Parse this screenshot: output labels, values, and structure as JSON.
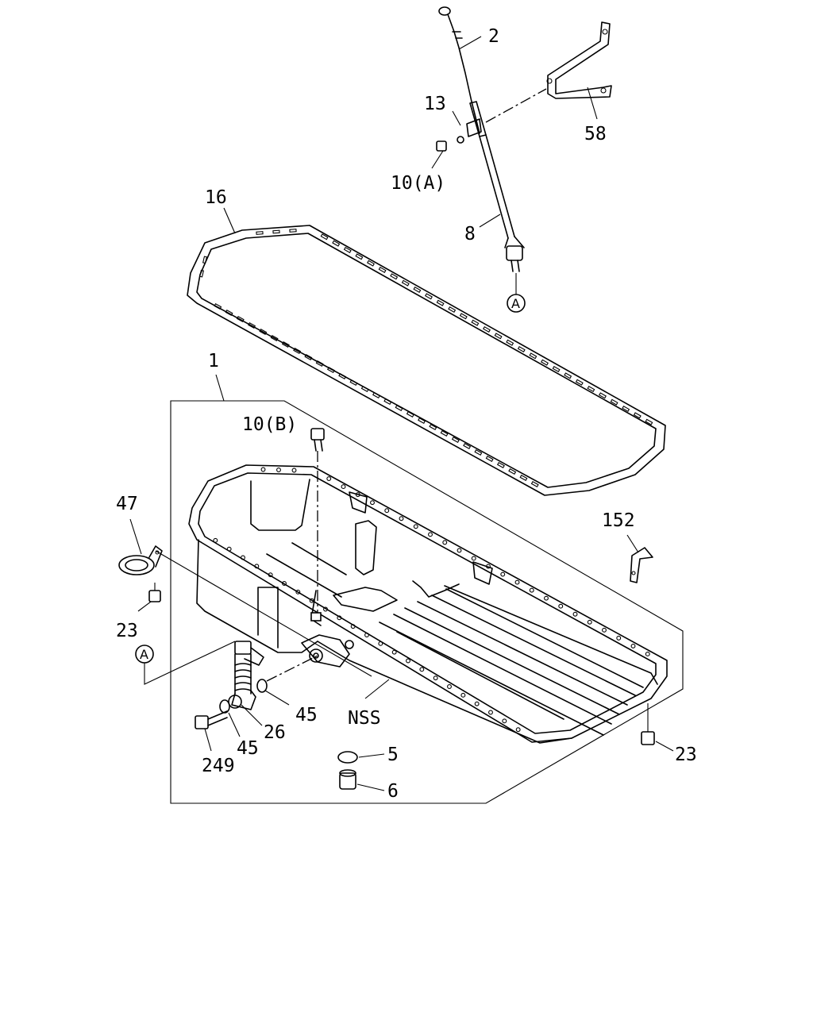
{
  "diagram": {
    "callouts": {
      "p2": "2",
      "p13": "13",
      "p58": "58",
      "p10a": "10(A)",
      "p16": "16",
      "p8": "8",
      "ref_a_top": "A",
      "p1": "1",
      "p10b": "10(B)",
      "p152": "152",
      "p47": "47",
      "p23_left": "23",
      "ref_a_left": "A",
      "p45_right": "45",
      "p45_left": "45",
      "p26": "26",
      "p249": "249",
      "nss": "NSS",
      "p5": "5",
      "p6": "6",
      "p23_right": "23"
    }
  }
}
